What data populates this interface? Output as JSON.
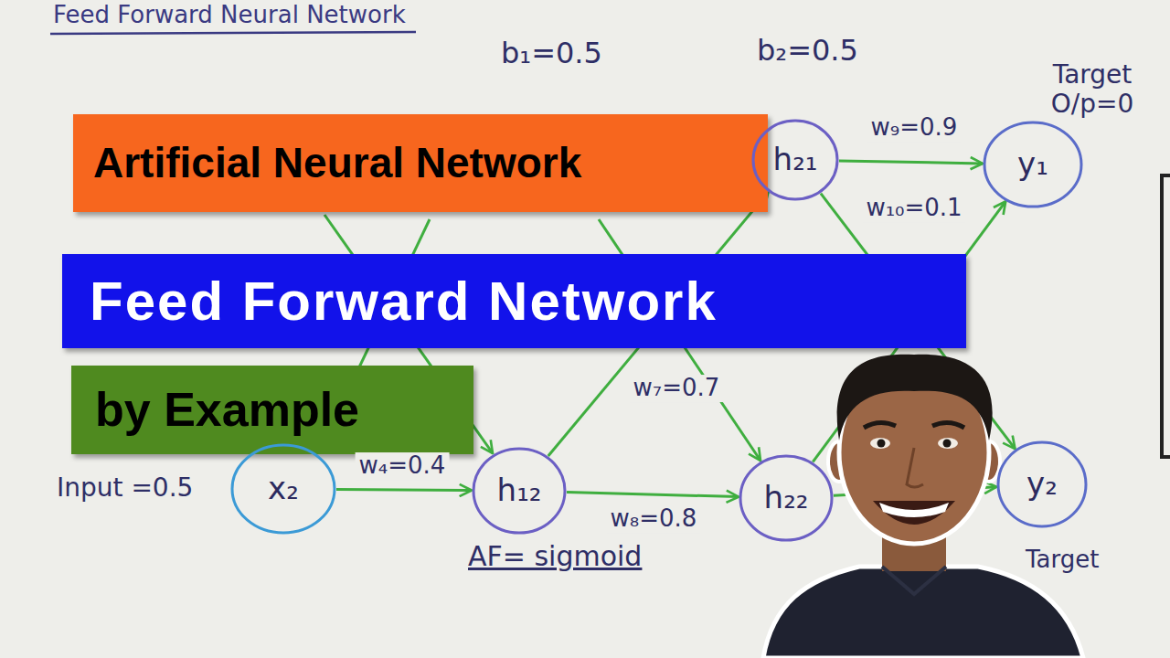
{
  "diagram": {
    "title": "Feed Forward Neural Network",
    "nodes": [
      {
        "text": [
          "Artificial Neural Network"
        ]
      },
      {
        "text": [
          "h₂₁"
        ]
      },
      {
        "text": [
          "y₁"
        ]
      },
      {
        "text": [
          "Feed Forward Network"
        ]
      },
      {
        "text": [
          "by Example"
        ]
      },
      {
        "text": [
          "x₂"
        ]
      },
      {
        "text": [
          "h₁₂"
        ]
      },
      {
        "text": [
          "h₂₂"
        ]
      },
      {
        "text": [
          "y₂"
        ]
      }
    ],
    "edges": [
      {
        "from": 1,
        "to": 2,
        "arrow": "to",
        "label": "w₉=0.9"
      },
      {
        "from": 1,
        "to": 8,
        "arrow": "to",
        "label": "w₁₀=0.1"
      },
      {
        "from": 6,
        "to": 1,
        "arrow": "to",
        "label": "w₇=0.7"
      },
      {
        "from": 5,
        "to": 6,
        "arrow": "to",
        "label": "w₄=0.4"
      },
      {
        "from": 6,
        "to": 7,
        "arrow": "to",
        "label": "w₈=0.8"
      },
      {
        "from": 7,
        "to": 2,
        "arrow": "to"
      },
      {
        "from": 7,
        "to": 8,
        "arrow": "to"
      }
    ],
    "labels": [
      "b₁=0.5",
      "b₂=0.5",
      "Target O/p=0",
      "Input =0.5",
      "AF= sigmoid",
      "Target"
    ]
  }
}
